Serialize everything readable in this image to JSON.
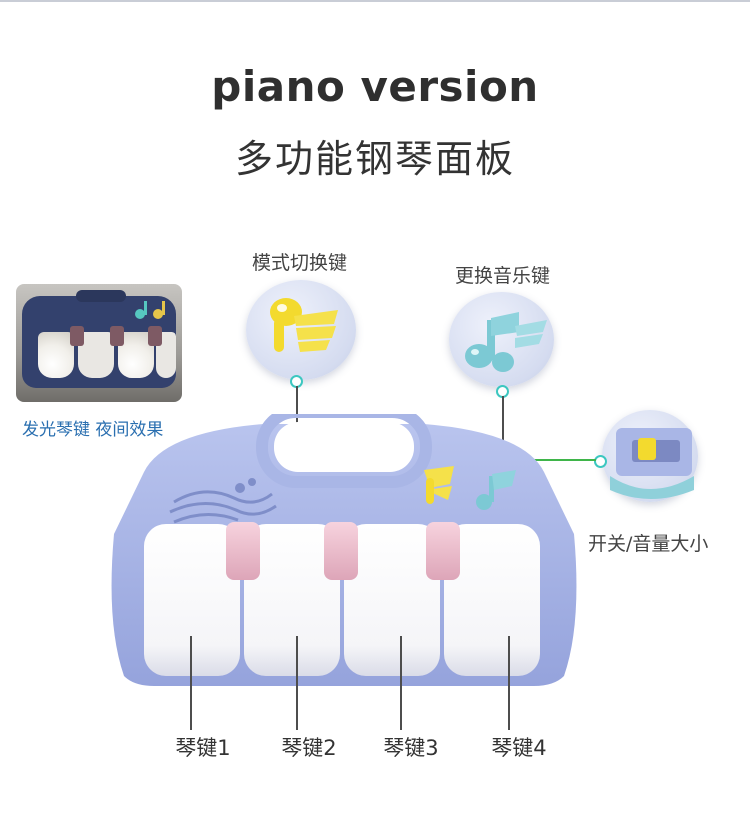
{
  "title_en": "piano version",
  "title_cn": "多功能钢琴面板",
  "inset": {
    "caption": "发光琴键 夜间效果"
  },
  "callouts": {
    "mode_switch": "模式切换键",
    "change_music": "更换音乐键",
    "power_volume": "开关/音量大小"
  },
  "keys": [
    "琴键1",
    "琴键2",
    "琴键3",
    "琴键4"
  ],
  "colors": {
    "panel": "#a9b6e6",
    "panel_dark": "#8e9dd8",
    "white_key": "#fbfbfd",
    "black_key": "#efc6d3",
    "mode_button": "#f5dd3a",
    "music_button": "#8fd3dd",
    "accent_dot": "#3cc7c0"
  }
}
